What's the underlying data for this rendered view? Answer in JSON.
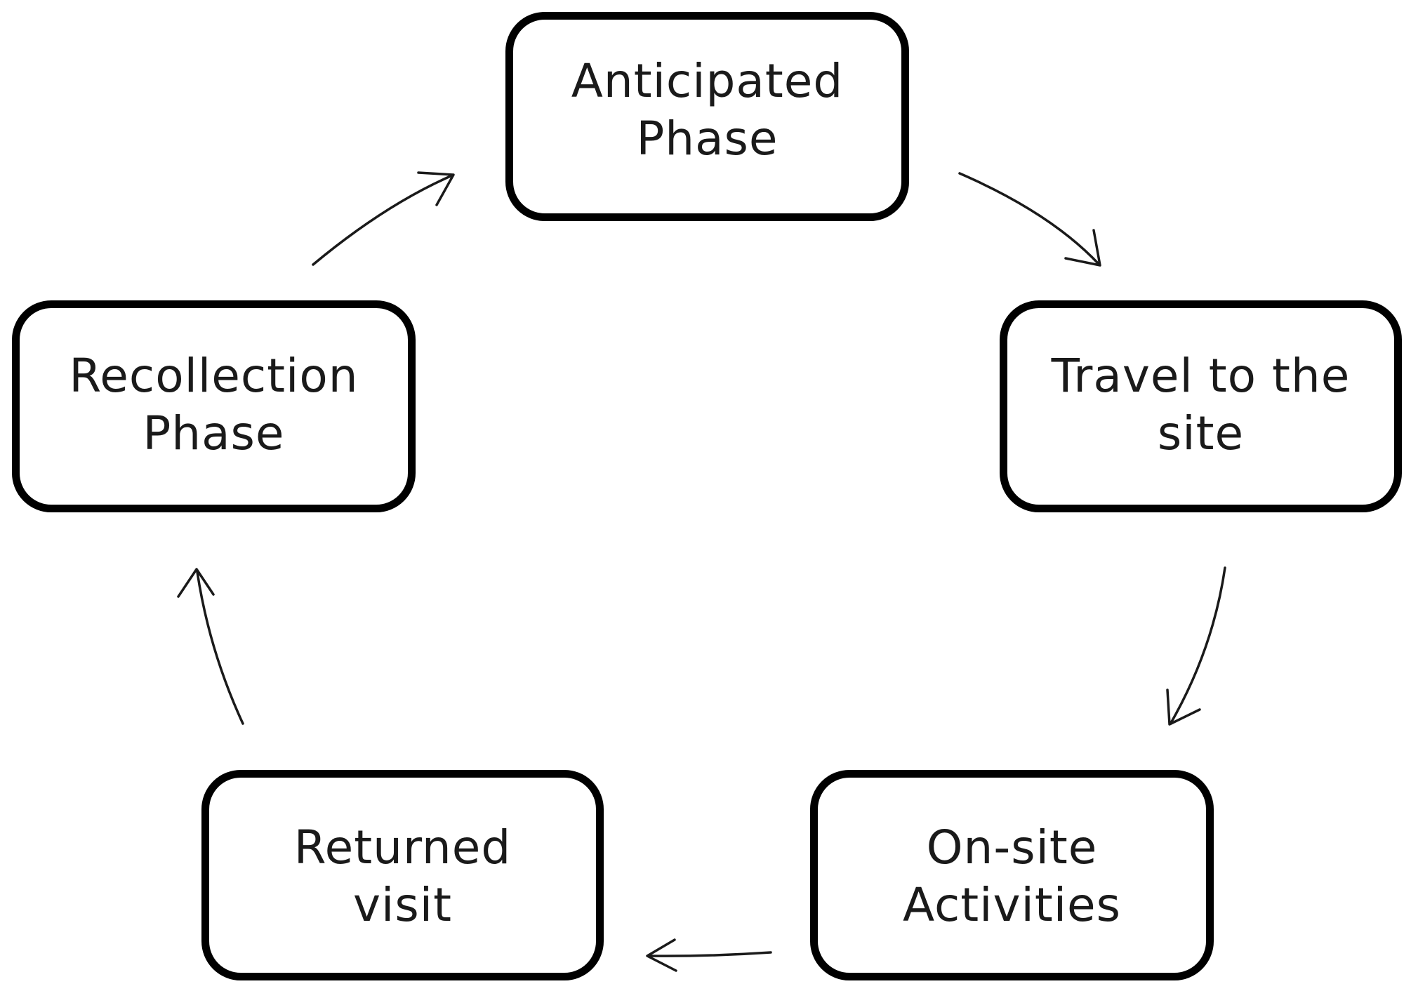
{
  "diagram": {
    "nodes": [
      {
        "id": "anticipated",
        "lines": [
          "Anticipated",
          "Phase"
        ]
      },
      {
        "id": "travel",
        "lines": [
          "Travel to the",
          "site"
        ]
      },
      {
        "id": "onsite",
        "lines": [
          "On-site",
          "Activities"
        ]
      },
      {
        "id": "returned",
        "lines": [
          "Returned",
          "visit"
        ]
      },
      {
        "id": "recollection",
        "lines": [
          "Recollection",
          "Phase"
        ]
      }
    ],
    "edges": [
      {
        "from": "anticipated",
        "to": "travel"
      },
      {
        "from": "travel",
        "to": "onsite"
      },
      {
        "from": "onsite",
        "to": "returned"
      },
      {
        "from": "returned",
        "to": "recollection"
      },
      {
        "from": "recollection",
        "to": "anticipated"
      }
    ],
    "colors": {
      "border": "#000000",
      "text": "#1a1a1a",
      "arrow": "#1a1a1a",
      "background": "#ffffff"
    }
  }
}
